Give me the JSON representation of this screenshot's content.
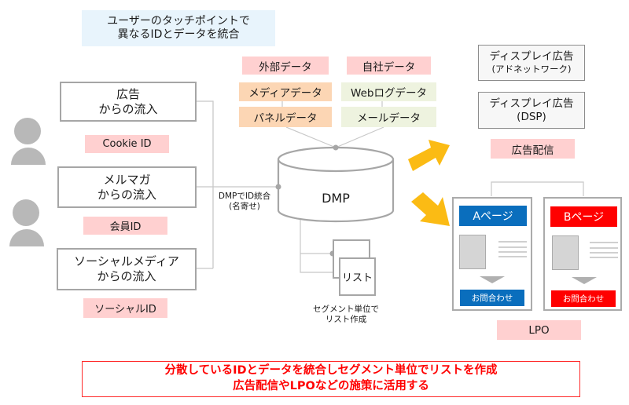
{
  "header_note": {
    "line1": "ユーザーのタッチポイントで",
    "line2": "異なるIDとデータを統合"
  },
  "sources": [
    {
      "title": "広告",
      "subtitle": "からの流入",
      "id_label": "Cookie ID"
    },
    {
      "title": "メルマガ",
      "subtitle": "からの流入",
      "id_label": "会員ID"
    },
    {
      "title": "ソーシャルメディア",
      "subtitle": "からの流入",
      "id_label": "ソーシャルID"
    }
  ],
  "data_groups": {
    "external": {
      "label": "外部データ",
      "items": [
        "メディアデータ",
        "パネルデータ"
      ]
    },
    "internal": {
      "label": "自社データ",
      "items": [
        "Webログデータ",
        "メールデータ"
      ]
    }
  },
  "integration_label": {
    "line1": "DMPでID統合",
    "line2": "(名寄せ)"
  },
  "dmp": {
    "label": "DMP"
  },
  "list": {
    "label": "リスト",
    "caption_line1": "セグメント単位で",
    "caption_line2": "リスト作成"
  },
  "ad_delivery": {
    "boxes": [
      {
        "title": "ディスプレイ広告",
        "subtitle": "(アドネットワーク)"
      },
      {
        "title": "ディスプレイ広告",
        "subtitle": "(DSP)"
      }
    ],
    "label": "広告配信"
  },
  "lpo": {
    "pages": [
      {
        "title": "Aページ",
        "cta": "お問合わせ",
        "color": "#0a6ebd"
      },
      {
        "title": "Bページ",
        "cta": "お問合わせ",
        "color": "#ff0000"
      }
    ],
    "label": "LPO"
  },
  "summary": {
    "line1": "分散しているIDとデータを統合しセグメント単位でリストを作成",
    "line2": "広告配信やLPOなどの施策に活用する"
  },
  "colors": {
    "arrow": "#fbbb14",
    "connector": "#c8c8c8",
    "pink_label": "#ffd0d0",
    "summary_text": "#ff0000"
  }
}
